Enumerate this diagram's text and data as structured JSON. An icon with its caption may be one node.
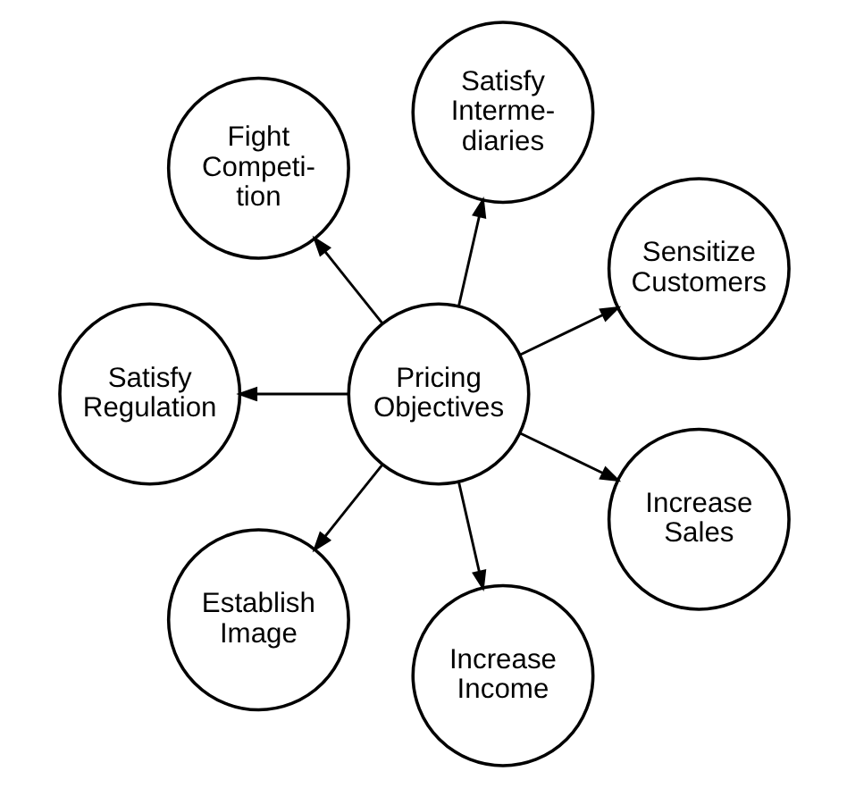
{
  "diagram": {
    "nodes": [
      {
        "text": [
          "Sensitize Customers"
        ]
      },
      {
        "text": [
          "Satisfy Interme- diaries"
        ]
      },
      {
        "text": [
          "Fight Competi- tion"
        ]
      },
      {
        "text": [
          "Satisfy Regulation"
        ]
      },
      {
        "text": [
          "Pricing Objectives"
        ]
      },
      {
        "text": [
          "Establish Image"
        ]
      },
      {
        "text": [
          "Increase Income"
        ]
      },
      {
        "text": [
          "Increase Sales"
        ]
      }
    ],
    "edges": [
      {
        "from": 4,
        "to": 0,
        "arrow": "to"
      },
      {
        "from": 4,
        "to": 2,
        "arrow": "to"
      },
      {
        "from": 4,
        "to": 5,
        "arrow": "to"
      },
      {
        "from": 4,
        "to": 7,
        "arrow": "to"
      },
      {
        "from": 4,
        "to": 6,
        "arrow": "to"
      },
      {
        "from": 4,
        "to": 3,
        "arrow": "to"
      },
      {
        "from": 4,
        "to": 1,
        "arrow": "to"
      }
    ]
  }
}
